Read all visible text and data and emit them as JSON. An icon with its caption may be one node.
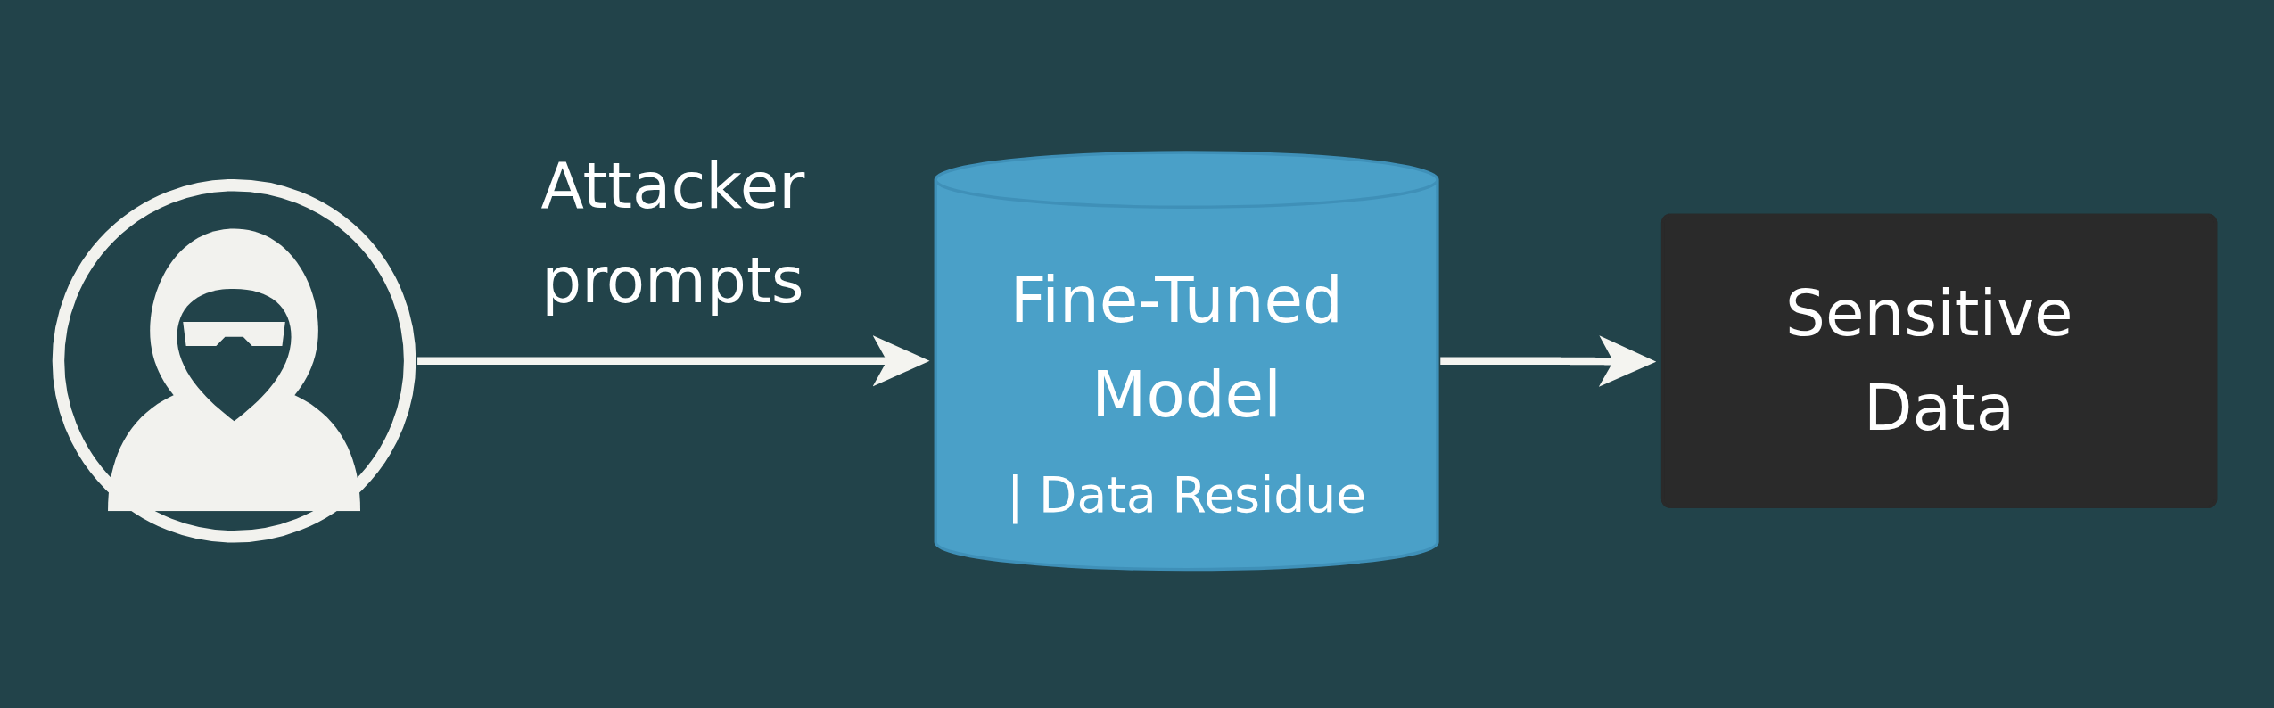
{
  "diagram": {
    "nodes": [
      {
        "text": [],
        "shape": "person"
      },
      {
        "text": [
          "Fine-Tuned Model",
          "| Data Residue"
        ]
      },
      {
        "text": [
          "Sensitive Data"
        ]
      }
    ],
    "edges": [
      {
        "from": 0,
        "to": 1,
        "arrow": "to",
        "label": "Attacker prompts"
      },
      {
        "from": 1,
        "to": 2,
        "arrow": "to"
      }
    ]
  }
}
